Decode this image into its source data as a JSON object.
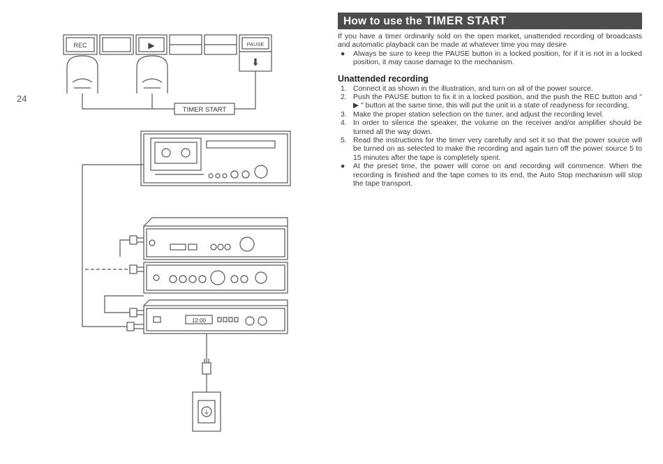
{
  "page_number": "24",
  "illustration": {
    "buttons": {
      "rec": "REC",
      "play_symbol": "▶",
      "pause": "PAUSE",
      "pause_arrow": "⬇"
    },
    "timer_start_label": "TIMER START",
    "timer_display": "12:00",
    "outlet_symbol": "⏚"
  },
  "section": {
    "title_prefix": "How to use the ",
    "title_emphasis": "TIMER START",
    "intro": "If you have a timer ordinarily sold on the open market, unattended recording of broadcasts and automatic playback can be made at whatever time you may desire",
    "bullets": [
      {
        "marker": "●",
        "text": "Always be sure to keep the PAUSE button in a locked position, for if it is not in a locked position, it may cause damage to the mechanism."
      }
    ]
  },
  "unattended": {
    "heading": "Unattended recording",
    "steps": [
      {
        "marker": "1.",
        "text": "Connect it as shown in the illustration, and turn on all of the power source."
      },
      {
        "marker": "2.",
        "text": "Push the PAUSE button to fix it in a locked position, and the push the REC button and \" ▶ \" button at the same time, this will put the unit in a state of readyness for recording."
      },
      {
        "marker": "3.",
        "text": "Make the proper station selection on the tuner, and adjust the recording level."
      },
      {
        "marker": "4.",
        "text": "In order to silence the speaker, the volume on the receiver and/or amplifier should be turned all the way down."
      },
      {
        "marker": "5.",
        "text": "Read the instructions for the timer very carefully and set it so that the power source will be turned on as selected to make the recording and again turn off the power source 5 to 15 minutes after the tape is completely spent."
      },
      {
        "marker": "●",
        "text": "At the preset time, the power will come on and recording will commence. When the recording is finished and the tape comes to its end, the Auto Stop mechanism will stop the tape transport."
      }
    ]
  }
}
